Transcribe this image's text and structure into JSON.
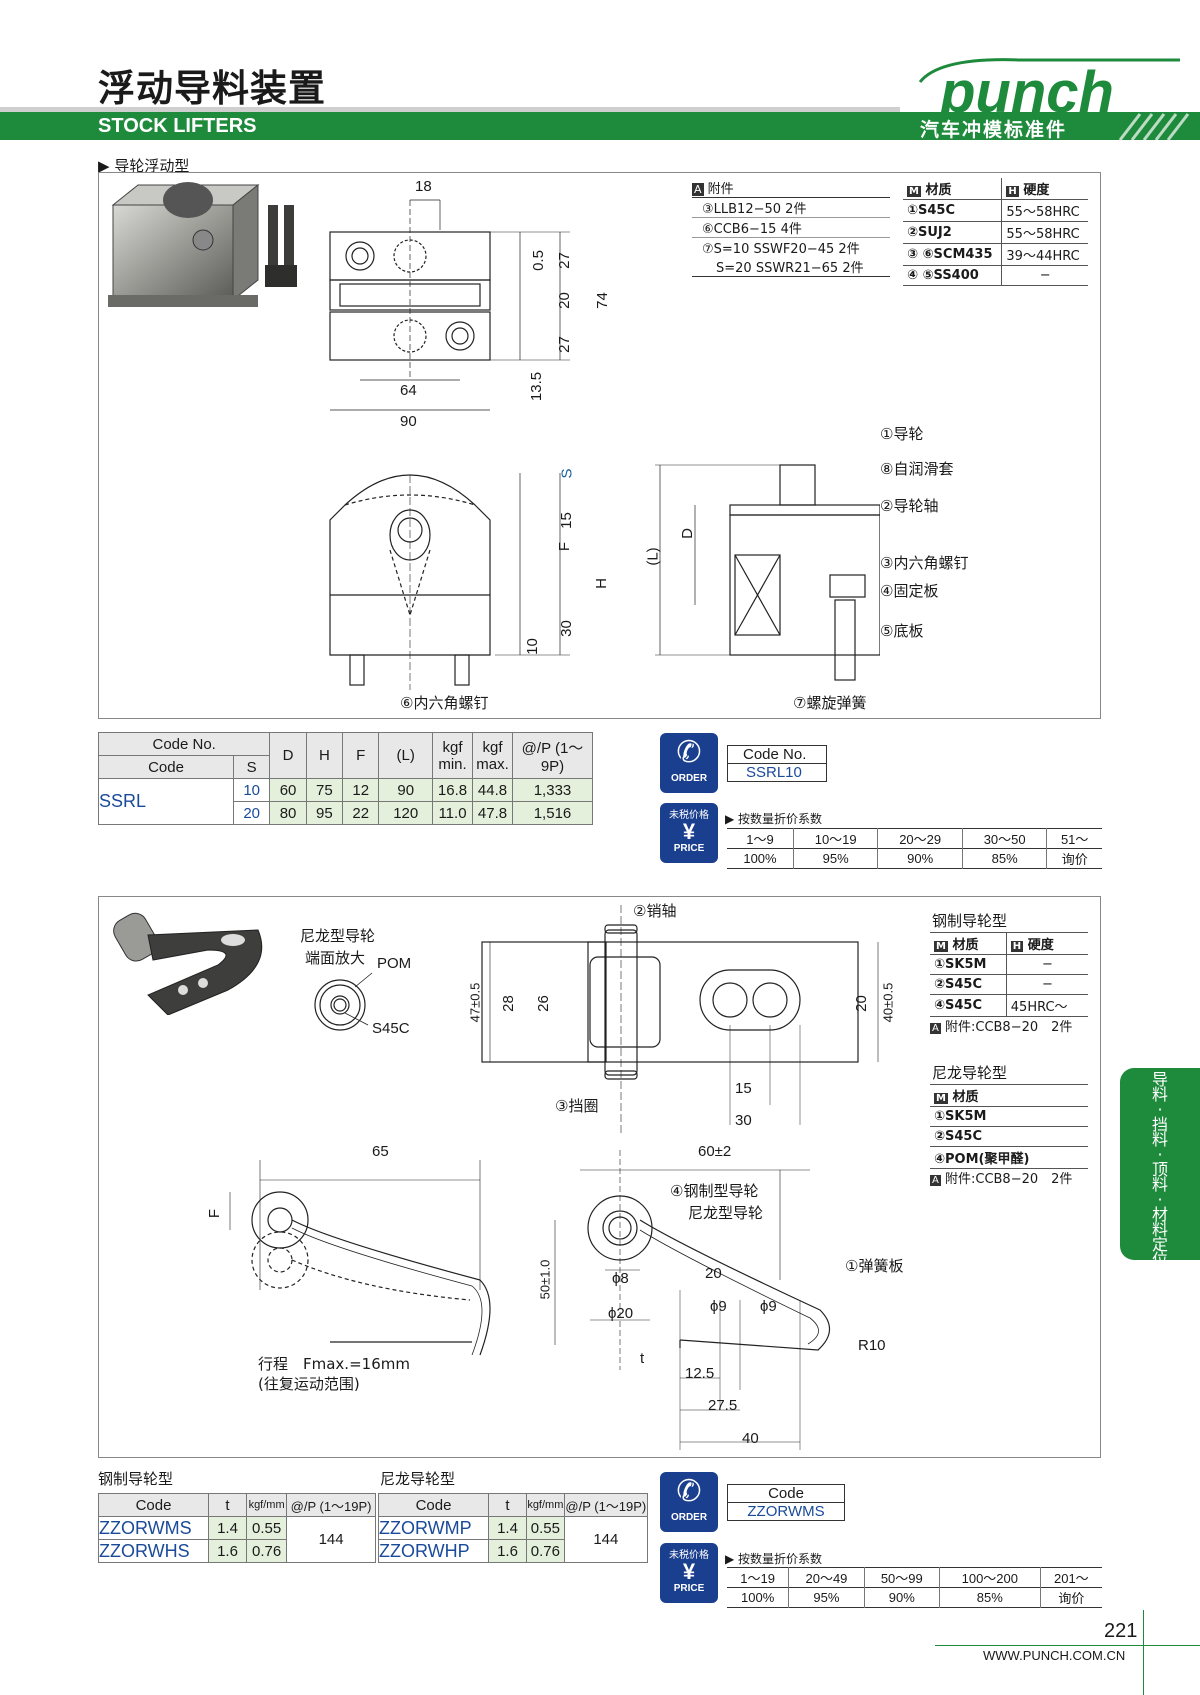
{
  "header": {
    "title_cn": "浮动导料装置",
    "title_en": "STOCK LIFTERS",
    "logo": "punch",
    "logo_sub": "汽车冲模标准件",
    "brand_green": "#1e8a3c"
  },
  "section1": {
    "subtitle": "导轮浮动型",
    "accessories_label": "附件",
    "accessories": [
      "③LLB12−50 2件",
      "⑥CCB6−15 4件",
      "⑦S=10 SSWF20−45 2件",
      "S=20 SSWR21−65 2件"
    ],
    "material_header": "材质",
    "hardness_header": "硬度",
    "materials": [
      {
        "part": "①S45C",
        "hardness": "55～58HRC"
      },
      {
        "part": "②SUJ2",
        "hardness": "55～58HRC"
      },
      {
        "part": "③ ⑥SCM435",
        "hardness": "39～44HRC"
      },
      {
        "part": "④ ⑤SS400",
        "hardness": "−"
      }
    ],
    "dims_top": {
      "d18": "18",
      "d05": "0.5",
      "d27a": "27",
      "d20": "20",
      "d74": "74",
      "d27b": "27",
      "d135": "13.5",
      "d64": "64",
      "d90": "90"
    },
    "dims_front": {
      "s": "S",
      "f": "F",
      "d15": "15",
      "h": "H",
      "d30": "30",
      "d10": "10",
      "l": "(L)",
      "d": "D"
    },
    "callouts": [
      "①导轮",
      "⑧自润滑套",
      "②导轮轴",
      "③内六角螺钉",
      "④固定板",
      "⑤底板",
      "⑥内六角螺钉",
      "⑦螺旋弹簧"
    ],
    "table": {
      "h_codeno": "Code No.",
      "h_code": "Code",
      "h_s": "S",
      "h_d": "D",
      "h_h": "H",
      "h_f": "F",
      "h_l": "(L)",
      "h_kgfmin": "kgf min.",
      "h_kgfmax": "kgf max.",
      "h_price": "@/P (1～9P)",
      "code": "SSRL",
      "rows": [
        {
          "s": "10",
          "d": "60",
          "h": "75",
          "f": "12",
          "l": "90",
          "min": "16.8",
          "max": "44.8",
          "price": "1,333"
        },
        {
          "s": "20",
          "d": "80",
          "h": "95",
          "f": "22",
          "l": "120",
          "min": "11.0",
          "max": "47.8",
          "price": "1,516"
        }
      ]
    },
    "order": {
      "badge": "ORDER",
      "label": "Code No.",
      "value": "SSRL10"
    },
    "price": {
      "badge_top": "未税价格",
      "badge": "PRICE",
      "title": "按数量折价系数",
      "qty": [
        "1～9",
        "10～19",
        "20～29",
        "30～50",
        "51～"
      ],
      "rate": [
        "100%",
        "95%",
        "90%",
        "85%",
        "询价"
      ]
    }
  },
  "section2": {
    "nylon_detail_title": "尼龙型导轮",
    "nylon_detail_sub": "端面放大",
    "pom": "POM",
    "s45c": "S45C",
    "callouts": [
      "②销轴",
      "③挡圈",
      "④钢制型导轮",
      "尼龙型导轮",
      "①弹簧板"
    ],
    "dims": {
      "d47": "47±0.5",
      "d28": "28",
      "d26": "26",
      "d20": "20",
      "d40": "40±0.5",
      "d15": "15",
      "d30": "30",
      "d65": "65",
      "d60": "60±2",
      "f": "F",
      "d50": "50±1.0",
      "phi8": "ϕ8",
      "phi20": "ϕ20",
      "d20b": "20",
      "phi9a": "ϕ9",
      "phi9b": "ϕ9",
      "r10": "R10",
      "t": "t",
      "d125": "12.5",
      "d275": "27.5",
      "d40b": "40"
    },
    "stroke": "行程　Fmax.=16mm",
    "stroke_sub": "(往复运动范围)",
    "steel_title": "钢制导轮型",
    "steel_mat_header": "材质",
    "steel_hard_header": "硬度",
    "steel_materials": [
      {
        "part": "①SK5M",
        "hardness": "−"
      },
      {
        "part": "②S45C",
        "hardness": "−"
      },
      {
        "part": "④S45C",
        "hardness": "45HRC～"
      }
    ],
    "steel_acc": "附件:CCB8−20　2件",
    "nylon_title": "尼龙导轮型",
    "nylon_mat_header": "材质",
    "nylon_materials": [
      "①SK5M",
      "②S45C",
      "④POM(聚甲醛)"
    ],
    "nylon_acc": "附件:CCB8−20　2件",
    "table_steel": {
      "title": "钢制导轮型",
      "h_code": "Code",
      "h_t": "t",
      "h_kgf": "kgf/mm",
      "h_price": "@/P (1～19P)",
      "rows": [
        {
          "code": "ZZORWMS",
          "t": "1.4",
          "kgf": "0.55"
        },
        {
          "code": "ZZORWHS",
          "t": "1.6",
          "kgf": "0.76"
        }
      ],
      "price": "144"
    },
    "table_nylon": {
      "title": "尼龙导轮型",
      "h_code": "Code",
      "h_t": "t",
      "h_kgf": "kgf/mm",
      "h_price": "@/P (1～19P)",
      "rows": [
        {
          "code": "ZZORWMP",
          "t": "1.4",
          "kgf": "0.55"
        },
        {
          "code": "ZZORWHP",
          "t": "1.6",
          "kgf": "0.76"
        }
      ],
      "price": "144"
    },
    "order": {
      "badge": "ORDER",
      "label": "Code",
      "value": "ZZORWMS"
    },
    "price": {
      "badge_top": "未税价格",
      "badge": "PRICE",
      "title": "按数量折价系数",
      "qty": [
        "1～19",
        "20～49",
        "50～99",
        "100～200",
        "201～"
      ],
      "rate": [
        "100%",
        "95%",
        "90%",
        "85%",
        "询价"
      ]
    }
  },
  "side_tab": "导料·挡料·顶料·材料定位零件",
  "footer": {
    "page": "221",
    "url": "WWW.PUNCH.COM.CN"
  }
}
